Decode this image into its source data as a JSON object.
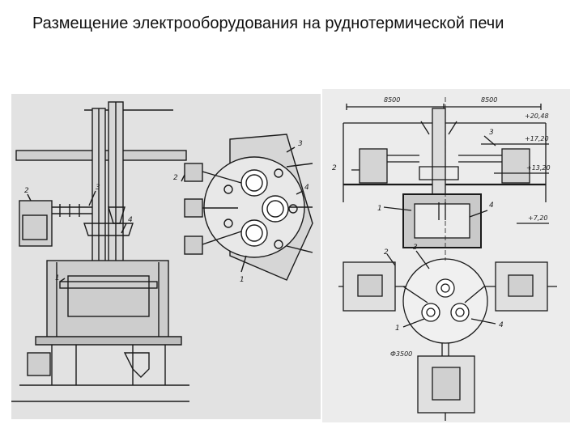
{
  "slide": {
    "title": "Размещение электрооборудования на руднотермической печи"
  },
  "left_drawing": {
    "side_view_labels": [
      "2",
      "3",
      "4",
      "1"
    ],
    "plan_view_labels": [
      "3",
      "2",
      "4",
      "1"
    ]
  },
  "right_drawing": {
    "dimensions": {
      "span_left": "8500",
      "span_right": "8500",
      "level_top": "+20,48",
      "level_upper": "+17,20",
      "level_mid": "+13,20",
      "level_bottom": "+7,20",
      "diameter": "Ф3500"
    },
    "section_labels": [
      "2",
      "3",
      "1",
      "4"
    ],
    "plan_labels": [
      "2",
      "3",
      "1",
      "4"
    ]
  }
}
